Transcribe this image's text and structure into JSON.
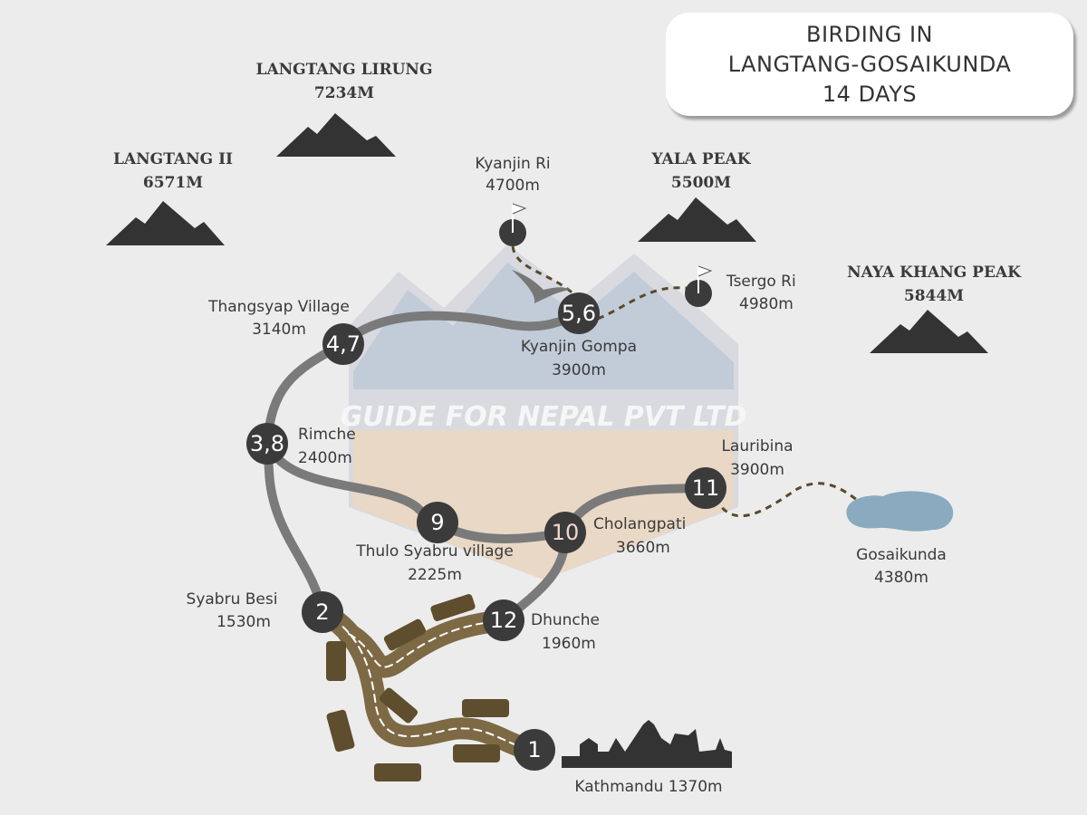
{
  "title": {
    "line1": "BIRDING IN",
    "line2": "LANGTANG-GOSAIKUNDA",
    "line3": "14 DAYS"
  },
  "watermark": "GUIDE FOR NEPAL PVT LTD",
  "peaks": [
    {
      "name": "LANGTANG LIRUNG",
      "alt": "7234M"
    },
    {
      "name": "LANGTANG II",
      "alt": "6571M"
    },
    {
      "name": "YALA PEAK",
      "alt": "5500M"
    },
    {
      "name": "NAYA KHANG PEAK",
      "alt": "5844M"
    }
  ],
  "side_trips": [
    {
      "name": "Kyanjin Ri",
      "alt": "4700m"
    },
    {
      "name": "Tsergo Ri",
      "alt": "4980m"
    },
    {
      "name": "Gosaikunda",
      "alt": "4380m"
    }
  ],
  "stops": [
    {
      "day": "1",
      "name": "Kathmandu 1370m",
      "alt": ""
    },
    {
      "day": "2",
      "name": "Syabru Besi",
      "alt": "1530m"
    },
    {
      "day": "3,8",
      "name": "Rimche",
      "alt": "2400m"
    },
    {
      "day": "4,7",
      "name": "Thangsyap Village",
      "alt": "3140m"
    },
    {
      "day": "5,6",
      "name": "Kyanjin Gompa",
      "alt": "3900m"
    },
    {
      "day": "9",
      "name": "Thulo Syabru village",
      "alt": "2225m"
    },
    {
      "day": "10",
      "name": "Cholangpati",
      "alt": "3660m"
    },
    {
      "day": "11",
      "name": "Lauribina",
      "alt": "3900m"
    },
    {
      "day": "12",
      "name": "Dhunche",
      "alt": "1960m"
    }
  ],
  "colors": {
    "node": "#3b3b3b",
    "trail": "#7a7a7a",
    "road": "#7d6a45",
    "lake": "#8aaabf",
    "dash": "#5a4a2a"
  }
}
